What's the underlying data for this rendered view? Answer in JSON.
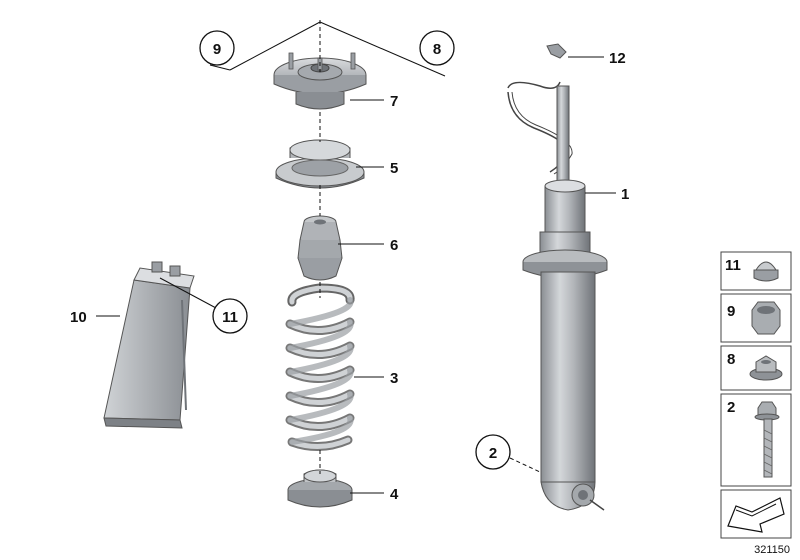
{
  "callouts": {
    "c1": "1",
    "c2": "2",
    "c3": "3",
    "c4": "4",
    "c5": "5",
    "c6": "6",
    "c7": "7",
    "c8": "8",
    "c9": "9",
    "c10": "10",
    "c11": "11",
    "c12": "12"
  },
  "legend": {
    "items": [
      {
        "number": "11",
        "icon": "cap-nut-icon"
      },
      {
        "number": "9",
        "icon": "hex-nut-icon"
      },
      {
        "number": "8",
        "icon": "flange-nut-icon"
      },
      {
        "number": "2",
        "icon": "hex-bolt-icon"
      }
    ],
    "footer_icon": "arrow-sheet-icon"
  },
  "diagram_id": "321150",
  "colors": {
    "part_fill": "#b9bcbf",
    "part_dark": "#7d8186",
    "part_light": "#e3e5e7",
    "line": "#111111"
  }
}
